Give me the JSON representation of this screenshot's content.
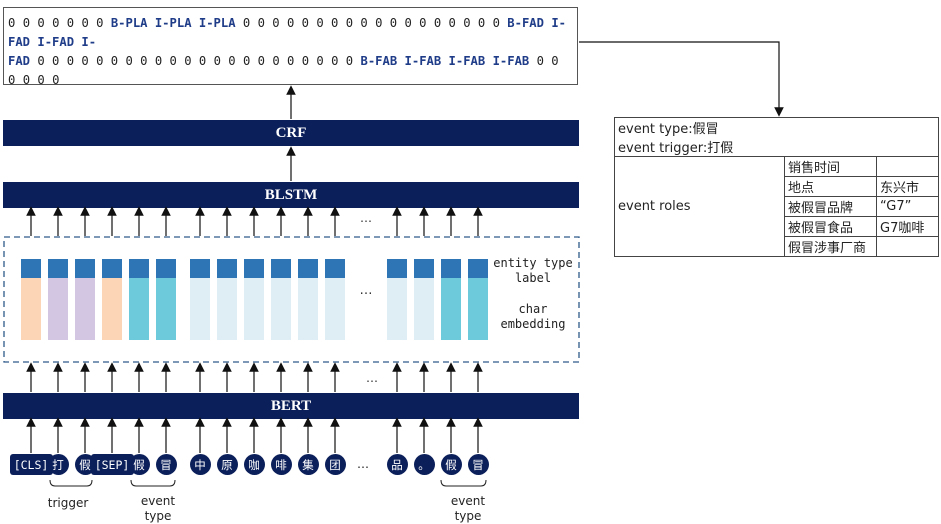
{
  "output_sequence": {
    "line1": [
      "0",
      "0",
      "0",
      "0",
      "0",
      "0",
      "0",
      "B-PLA",
      "I-PLA",
      "I-PLA",
      "0",
      "0",
      "0",
      "0",
      "0",
      "0",
      "0",
      "0",
      "0",
      "0",
      "0",
      "0",
      "0",
      "0",
      "0",
      "0",
      "0",
      "0",
      "B-FAD",
      "I-FAD",
      "I-FAD",
      "I-"
    ],
    "line2": [
      "FAD",
      "0",
      "0",
      "0",
      "0",
      "0",
      "0",
      "0",
      "0",
      "0",
      "0",
      "0",
      "0",
      "0",
      "0",
      "0",
      "0",
      "0",
      "0",
      "0",
      "0",
      "0",
      "0",
      "B-FAB",
      "I-FAB",
      "I-FAB",
      "I-FAB",
      "0",
      "0",
      "0",
      "0",
      "0",
      "0"
    ],
    "line3": [
      "0",
      "0",
      "0",
      "0",
      "0"
    ]
  },
  "layers": {
    "crf": "CRF",
    "blstm": "BLSTM",
    "bert": "BERT"
  },
  "embedding_labels": {
    "entity_type": "entity type\nlabel",
    "char": "char\nembedding"
  },
  "ellipsis": "…",
  "event_info": {
    "type_line": "event type:假冒",
    "trigger_line": "event trigger:打假",
    "roles_label": "event roles",
    "roles": [
      {
        "role": "销售时间",
        "value": ""
      },
      {
        "role": "地点",
        "value": "东兴市"
      },
      {
        "role": "被假冒品牌",
        "value": "“G7”"
      },
      {
        "role": "被假冒食品",
        "value": "G7咖啡"
      },
      {
        "role": "假冒涉事厂商",
        "value": ""
      }
    ]
  },
  "tokens": [
    "[CLS]",
    "打",
    "假",
    "[SEP]",
    "假",
    "冒",
    "中",
    "原",
    "咖",
    "啡",
    "集",
    "团",
    "…",
    "品",
    "。",
    "假",
    "冒"
  ],
  "token_groups": {
    "trigger": "trigger",
    "event_type_1": "event\ntype",
    "event_type_2": "event\ntype"
  },
  "colors": {
    "navy": "#0b1f5a",
    "label_blue": "#2e75b6",
    "peach": "#fbd5b5",
    "lavender": "#d3c6e2",
    "cyan": "#6ccadb",
    "pale": "#deeef4",
    "dashed_border": "#2e5b8a"
  },
  "embedding_columns": [
    "peach",
    "lavender",
    "lavender",
    "peach",
    "cyan",
    "cyan",
    "pale",
    "pale",
    "pale",
    "pale",
    "pale",
    "pale",
    "gap",
    "pale",
    "pale",
    "cyan",
    "cyan"
  ]
}
